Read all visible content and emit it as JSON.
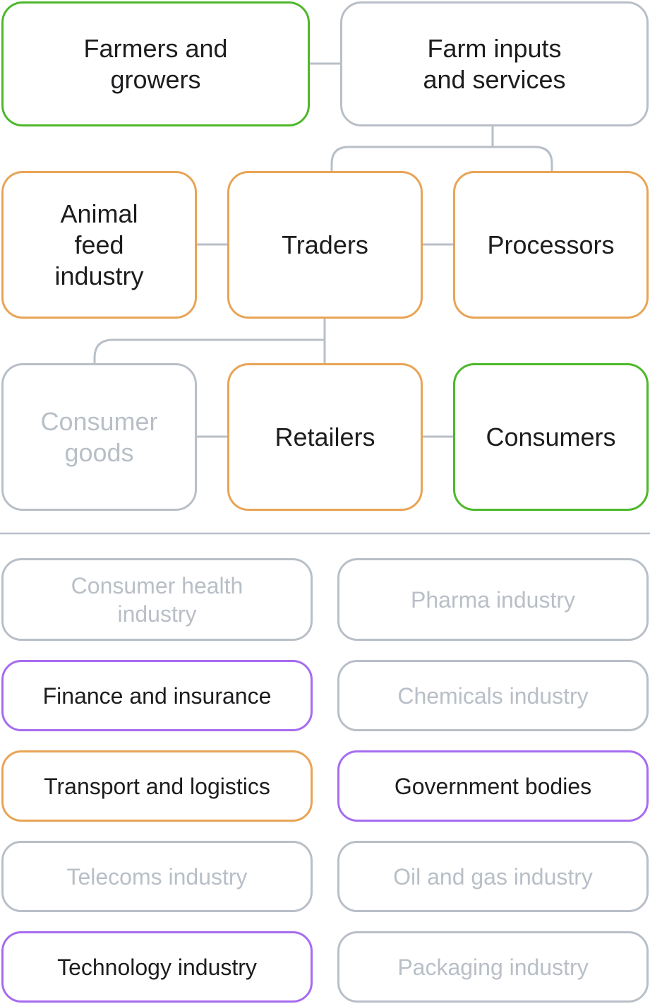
{
  "colors": {
    "green": "#4db82a",
    "orange": "#e8a456",
    "purple": "#a66cf0",
    "gray": "#b9bfc7",
    "text": "#1d1d1f"
  },
  "chain": {
    "farmers": "Farmers and growers",
    "farm_inputs": "Farm inputs and services",
    "animal_feed": "Animal feed industry",
    "traders": "Traders",
    "processors": "Processors",
    "consumer_goods": "Consumer goods",
    "retailers": "Retailers",
    "consumers": "Consumers"
  },
  "other": {
    "consumer_health": "Consumer health industry",
    "pharma": "Pharma industry",
    "finance": "Finance and insurance",
    "chemicals": "Chemicals industry",
    "transport": "Transport and logistics",
    "government": "Government bodies",
    "telecoms": "Telecoms industry",
    "oil_gas": "Oil and gas industry",
    "technology": "Technology industry",
    "packaging": "Packaging industry"
  }
}
